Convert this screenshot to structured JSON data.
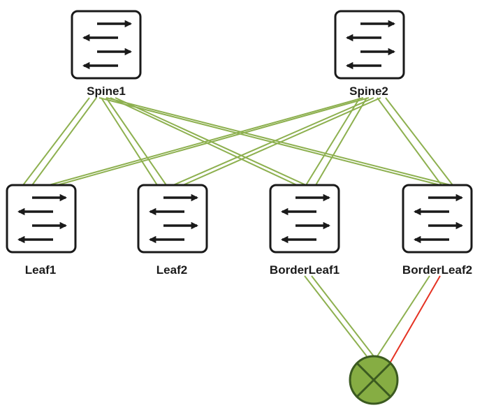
{
  "nodes": {
    "spine1": {
      "label": "Spine1",
      "icon": "switch-icon"
    },
    "spine2": {
      "label": "Spine2",
      "icon": "switch-icon"
    },
    "leaf1": {
      "label": "Leaf1",
      "icon": "switch-icon"
    },
    "leaf2": {
      "label": "Leaf2",
      "icon": "switch-icon"
    },
    "borderleaf1": {
      "label": "BorderLeaf1",
      "icon": "switch-icon"
    },
    "borderleaf2": {
      "label": "BorderLeaf2",
      "icon": "switch-icon"
    },
    "router": {
      "icon": "router-icon"
    }
  },
  "links": [
    {
      "from": "spine1",
      "to": "leaf1",
      "count": 2,
      "status": "up"
    },
    {
      "from": "spine1",
      "to": "leaf2",
      "count": 2,
      "status": "up"
    },
    {
      "from": "spine1",
      "to": "borderleaf1",
      "count": 2,
      "status": "up"
    },
    {
      "from": "spine1",
      "to": "borderleaf2",
      "count": 2,
      "status": "up"
    },
    {
      "from": "spine2",
      "to": "leaf1",
      "count": 2,
      "status": "up"
    },
    {
      "from": "spine2",
      "to": "leaf2",
      "count": 2,
      "status": "up"
    },
    {
      "from": "spine2",
      "to": "borderleaf1",
      "count": 2,
      "status": "up"
    },
    {
      "from": "spine2",
      "to": "borderleaf2",
      "count": 2,
      "status": "up"
    },
    {
      "from": "borderleaf1",
      "to": "router",
      "count": 2,
      "status": "up"
    },
    {
      "from": "borderleaf2",
      "to": "router",
      "count": 1,
      "status": "up"
    },
    {
      "from": "borderleaf2",
      "to": "router",
      "count": 1,
      "status": "down"
    }
  ],
  "colors": {
    "link_up": "#8db04f",
    "link_down": "#e53222",
    "router_fill": "#86ad43",
    "router_stroke": "#3b5a20",
    "switch_stroke": "#1a1a1a"
  }
}
